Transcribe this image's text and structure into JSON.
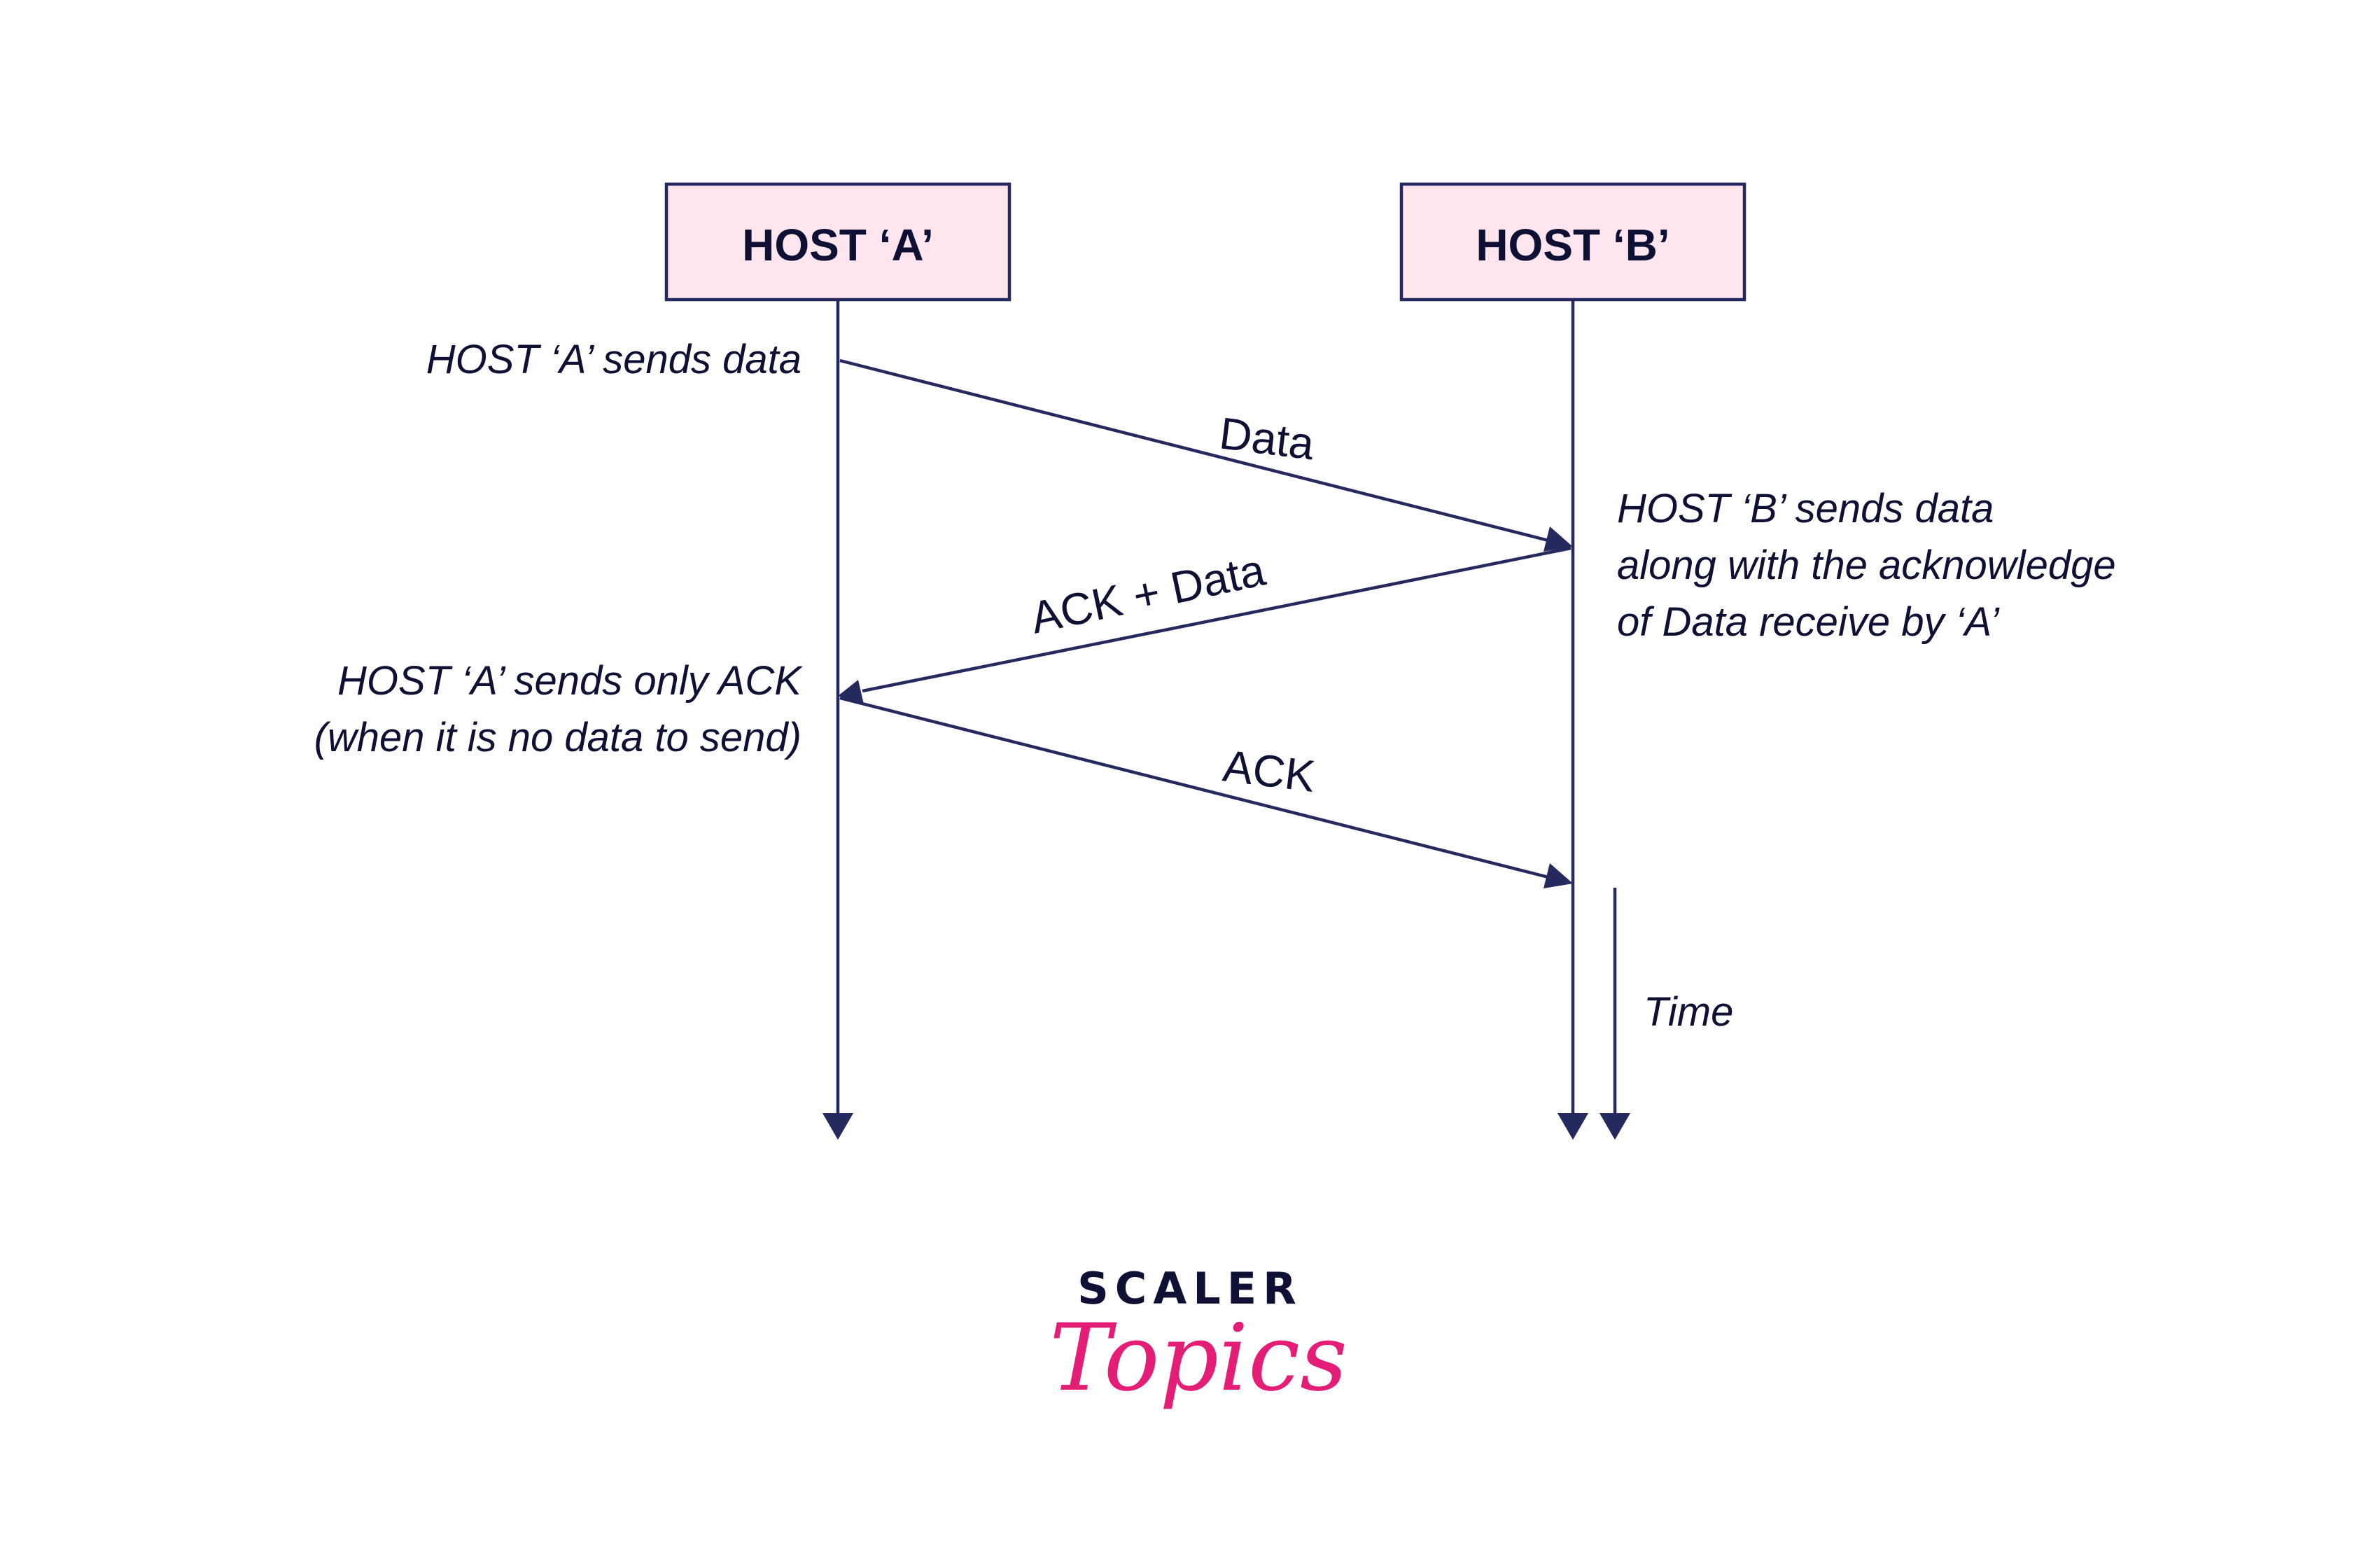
{
  "hosts": {
    "a": {
      "label": "HOST ‘A’"
    },
    "b": {
      "label": "HOST ‘B’"
    }
  },
  "messages": {
    "data": "Data",
    "ack_data": "ACK + Data",
    "ack": "ACK"
  },
  "notes": {
    "a_sends_data": "HOST ‘A’ sends data",
    "b_sends": [
      "HOST ‘B’ sends data",
      "along with the acknowledge",
      "of Data receive by ‘A’"
    ],
    "a_sends_ack": [
      "HOST ‘A’ sends only ACK",
      "(when it is no data to send)"
    ],
    "time": "Time"
  },
  "brand": {
    "top": "SCALER",
    "bottom": "Topics"
  },
  "colors": {
    "box_fill": "#ffe6ee",
    "line": "#26295e",
    "text": "#0e1133",
    "brand_pink": "#e41d76"
  }
}
